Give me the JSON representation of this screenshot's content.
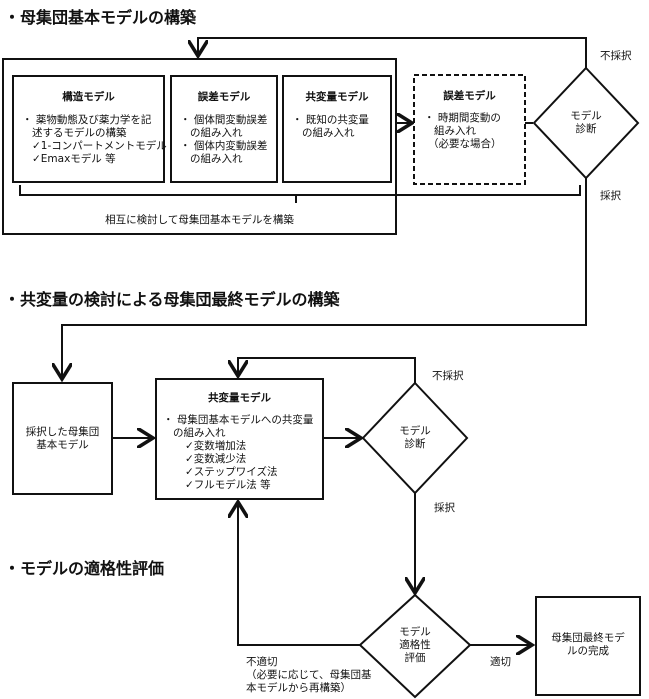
{
  "sections": [
    {
      "heading": "・母集団基本モデルの構築"
    },
    {
      "heading": "・共変量の検討による母集団最終モデルの構築"
    },
    {
      "heading": "・モデルの適格性評価"
    }
  ],
  "stage1": {
    "structural": {
      "title": "構造モデル",
      "bullet": "・ 薬物動態及び薬力学を記",
      "bullet2": "述するモデルの構築",
      "sub": [
        "✓1-コンパートメントモデル",
        "✓Emaxモデル 等"
      ]
    },
    "error": {
      "title": "誤差モデル",
      "items": [
        "・ 個体間変動誤差",
        "の組み入れ",
        "・ 個体内変動誤差",
        "の組み入れ"
      ]
    },
    "covariate": {
      "title": "共変量モデル",
      "items": [
        "・ 既知の共変量",
        "の組み入れ"
      ]
    },
    "bracket_label": "相互に検討して母集団基本モデルを構築",
    "optional_error": {
      "title": "誤差モデル",
      "items": [
        "・ 時期間変動の",
        "組み入れ",
        "（必要な場合）"
      ]
    },
    "diamond": [
      "モデル",
      "診断"
    ],
    "reject": "不採択",
    "accept": "採択"
  },
  "stage2": {
    "adopted": [
      "採択した母集団",
      "基本モデル"
    ],
    "covariate": {
      "title": "共変量モデル",
      "items": [
        "・ 母集団基本モデルへの共変量",
        "の組み入れ"
      ],
      "methods": [
        "✓変数増加法",
        "✓変数減少法",
        "✓ステップワイズ法",
        "✓フルモデル法 等"
      ]
    },
    "diamond": [
      "モデル",
      "診断"
    ],
    "reject": "不採択",
    "accept": "採択"
  },
  "stage3": {
    "diamond": [
      "モデル",
      "適格性",
      "評価"
    ],
    "inappropriate": [
      "不適切",
      "（必要に応じて、母集団基",
      "本モデルから再構築）"
    ],
    "appropriate": "適切",
    "final": [
      "母集団最終モデ",
      "ルの完成"
    ]
  }
}
